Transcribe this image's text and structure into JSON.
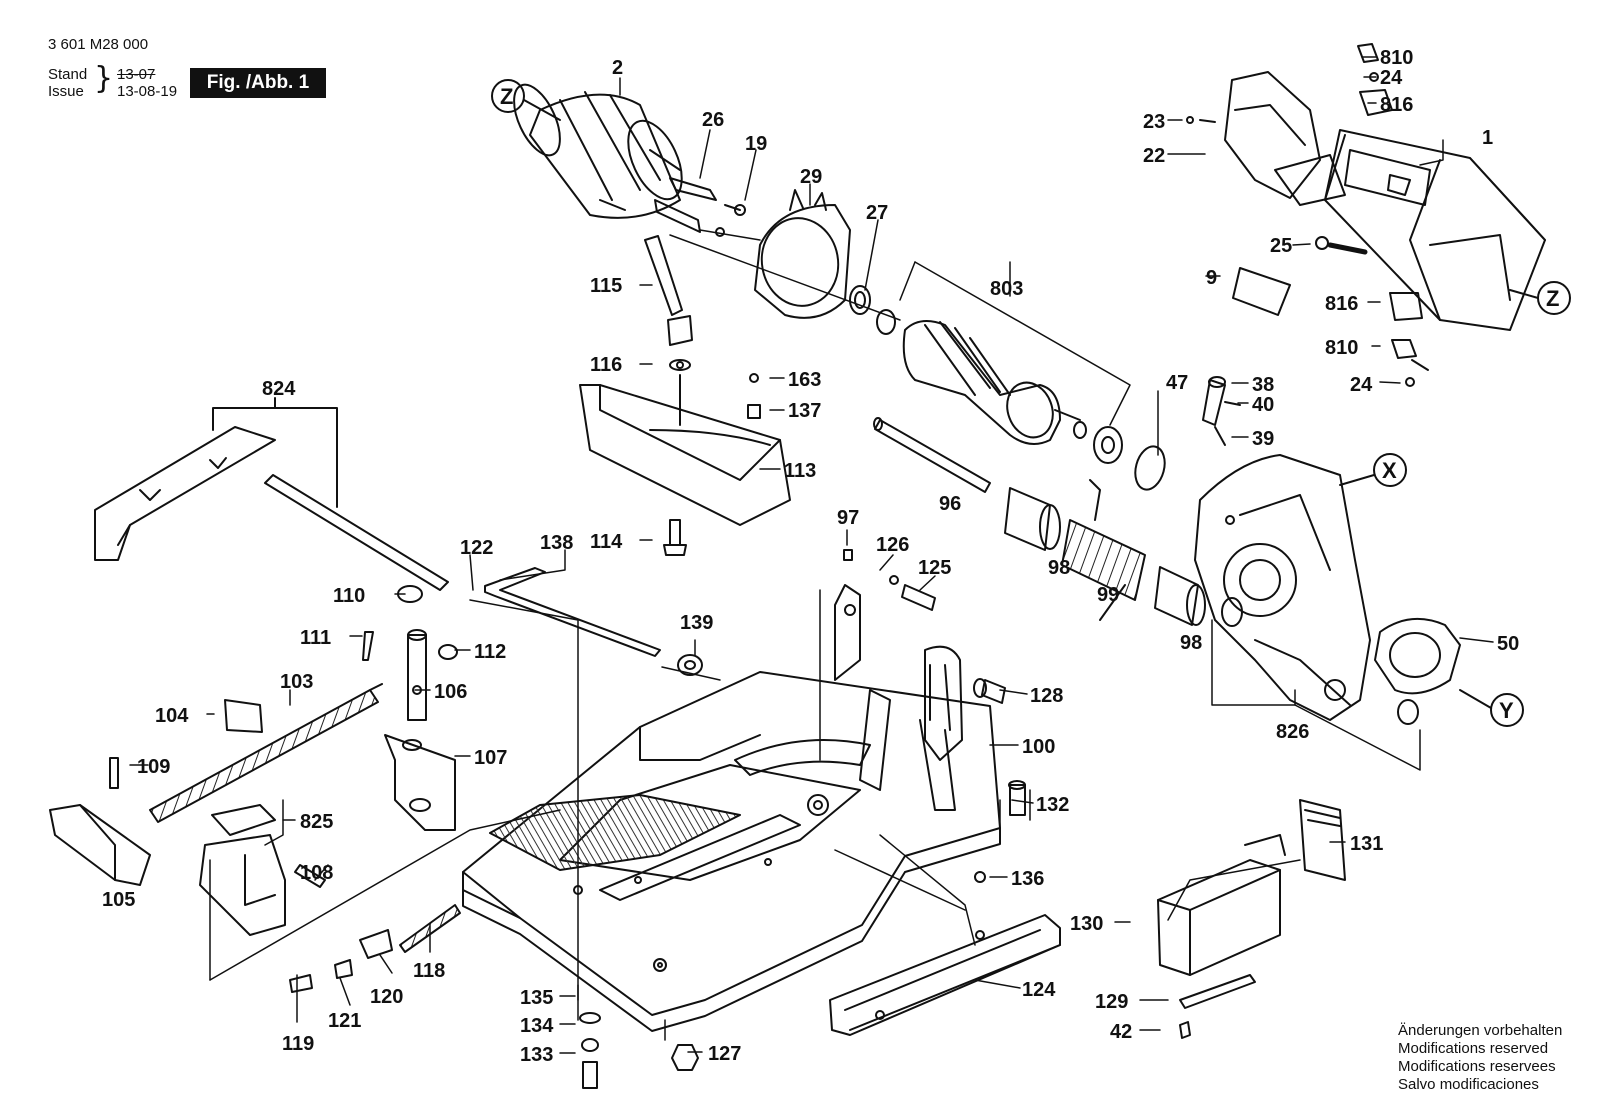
{
  "header": {
    "doc_number": "3 601 M28 000",
    "stand_label": "Stand",
    "issue_label": "Issue",
    "stand_date": "13-07",
    "issue_date": "13-08-19",
    "figure_label": "Fig. /Abb. 1"
  },
  "notes": [
    "Änderungen vorbehalten",
    "Modifications reserved",
    "Modifications reservees",
    "Salvo modificaciones"
  ],
  "reference_markers": [
    "Z",
    "Z",
    "X",
    "Y"
  ],
  "part_numbers": {
    "p810a": "810",
    "p24a": "24",
    "p816a": "816",
    "p23": "23",
    "p22": "22",
    "p1": "1",
    "p25": "25",
    "p9": "9",
    "p816b": "816",
    "p810b": "810",
    "p24b": "24",
    "p2": "2",
    "p26": "26",
    "p19": "19",
    "p29": "29",
    "p27": "27",
    "p803": "803",
    "p115": "115",
    "p116": "116",
    "p163": "163",
    "p137": "137",
    "p113": "113",
    "p114": "114",
    "p47": "47",
    "p38": "38",
    "p40": "40",
    "p39": "39",
    "p96": "96",
    "p98a": "98",
    "p99": "99",
    "p98b": "98",
    "p50": "50",
    "p826": "826",
    "p824": "824",
    "p122": "122",
    "p110": "110",
    "p111": "111",
    "p112": "112",
    "p103": "103",
    "p106": "106",
    "p104": "104",
    "p107": "107",
    "p109": "109",
    "p825": "825",
    "p105": "105",
    "p108": "108",
    "p138": "138",
    "p139": "139",
    "p97": "97",
    "p126": "126",
    "p125": "125",
    "p128": "128",
    "p100": "100",
    "p132": "132",
    "p136": "136",
    "p124": "124",
    "p118": "118",
    "p120": "120",
    "p121": "121",
    "p119": "119",
    "p135": "135",
    "p134": "134",
    "p133": "133",
    "p127": "127",
    "p131": "131",
    "p130": "130",
    "p129": "129",
    "p42": "42"
  },
  "colors": {
    "ink": "#111111",
    "paper": "#ffffff",
    "hatch": "#333333"
  }
}
